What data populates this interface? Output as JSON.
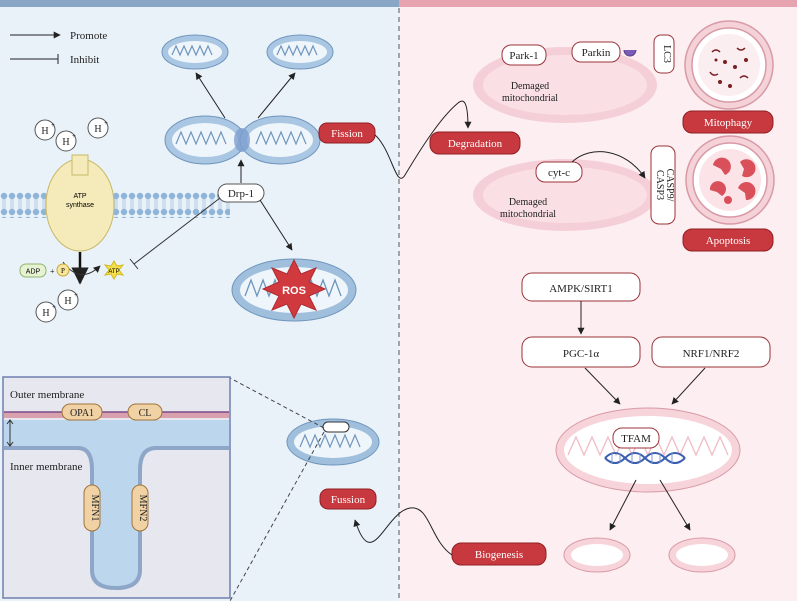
{
  "legend": {
    "promote": "Promote",
    "inhibit": "Inhibit"
  },
  "ions": {
    "proton": "H",
    "charge": "+"
  },
  "atp": {
    "synthase_line1": "ATP",
    "synthase_line2": "synthase",
    "adp": "ADP",
    "plus": "+",
    "pi": "P",
    "atp": "ATP"
  },
  "nodes": {
    "drp1": "Drp-1",
    "ros": "ROS",
    "fission": "Fission",
    "degradation": "Degradation",
    "park1": "Park-1",
    "parkin": "Parkin",
    "lc3": "LC3",
    "mitophagy": "Mitophagy",
    "cytc": "cyt-c",
    "casp9": "CASP9/",
    "casp3": "CASP3",
    "apoptosis": "Apoptosis",
    "damaged_1a": "Demaged",
    "damaged_1b": "mitochondrial",
    "damaged_2a": "Demaged",
    "damaged_2b": "mitochondrial",
    "ampk": "AMPK/SIRT1",
    "pgc": "PGC-1α",
    "nrf": "NRF1/NRF2",
    "tfam": "TFAM",
    "fussion": "Fussion",
    "biogenesis": "Biogenesis"
  },
  "inset": {
    "outer_membrane": "Outer membrane",
    "inner_membrane": "Inner membrane",
    "opa1": "OPA1",
    "cl": "CL",
    "mfn1": "MFN1",
    "mfn2": "MFN2"
  },
  "colors": {
    "left_bg": "#eaf2f9",
    "right_bg": "#fdeef1",
    "red_label": "#c8393f",
    "blue_mito": "#9fbfdc",
    "pink_mito": "#f2c4cd"
  }
}
